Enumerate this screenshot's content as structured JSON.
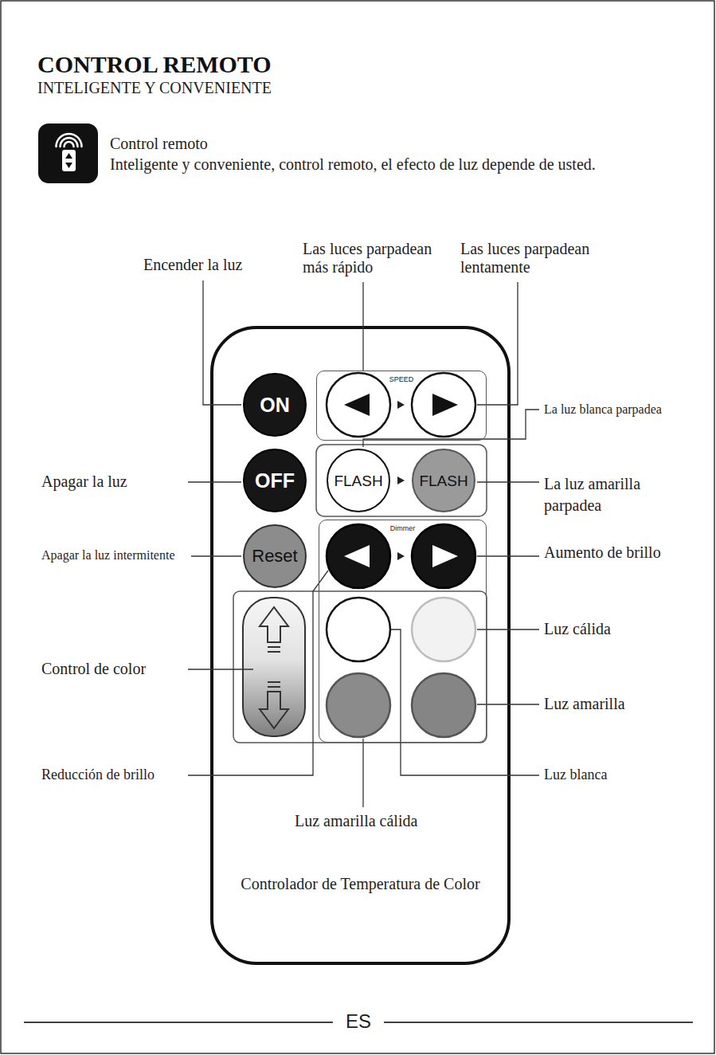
{
  "diagram": {
    "title": "CONTROL REMOTO",
    "nodes": [
      {
        "text": [
          "Controlador de Temperatura de Color"
        ]
      },
      {
        "text": [
          "ON"
        ],
        "in": 0
      },
      {
        "text": [
          "SPEED"
        ],
        "in": 0
      },
      {
        "text": [
          "OFF"
        ],
        "in": 0
      },
      {
        "text": [
          "FLASH"
        ],
        "in": 0
      },
      {
        "text": [
          "FLASH"
        ],
        "in": 0
      },
      {
        "text": [
          "Reset"
        ],
        "in": 0
      },
      {
        "text": [
          "Dimmer"
        ],
        "in": 0
      }
    ],
    "labels": [
      "INTELIGENTE Y CONVENIENTE",
      "Control remoto",
      "Inteligente y conveniente, control remoto, el efecto de luz depende de usted.",
      "Encender la luz",
      "Las luces parpadean más rápido",
      "Las luces parpadean lentamente",
      "La luz blanca parpadea",
      "Apagar la luz",
      "La luz amarilla parpadea",
      "Apagar la luz intermitente",
      "Aumento de brillo",
      "Luz cálida",
      "Control de color",
      "Luz amarilla",
      "Reducción de brillo",
      "Luz blanca",
      "Luz amarilla cálida",
      "ES"
    ]
  }
}
